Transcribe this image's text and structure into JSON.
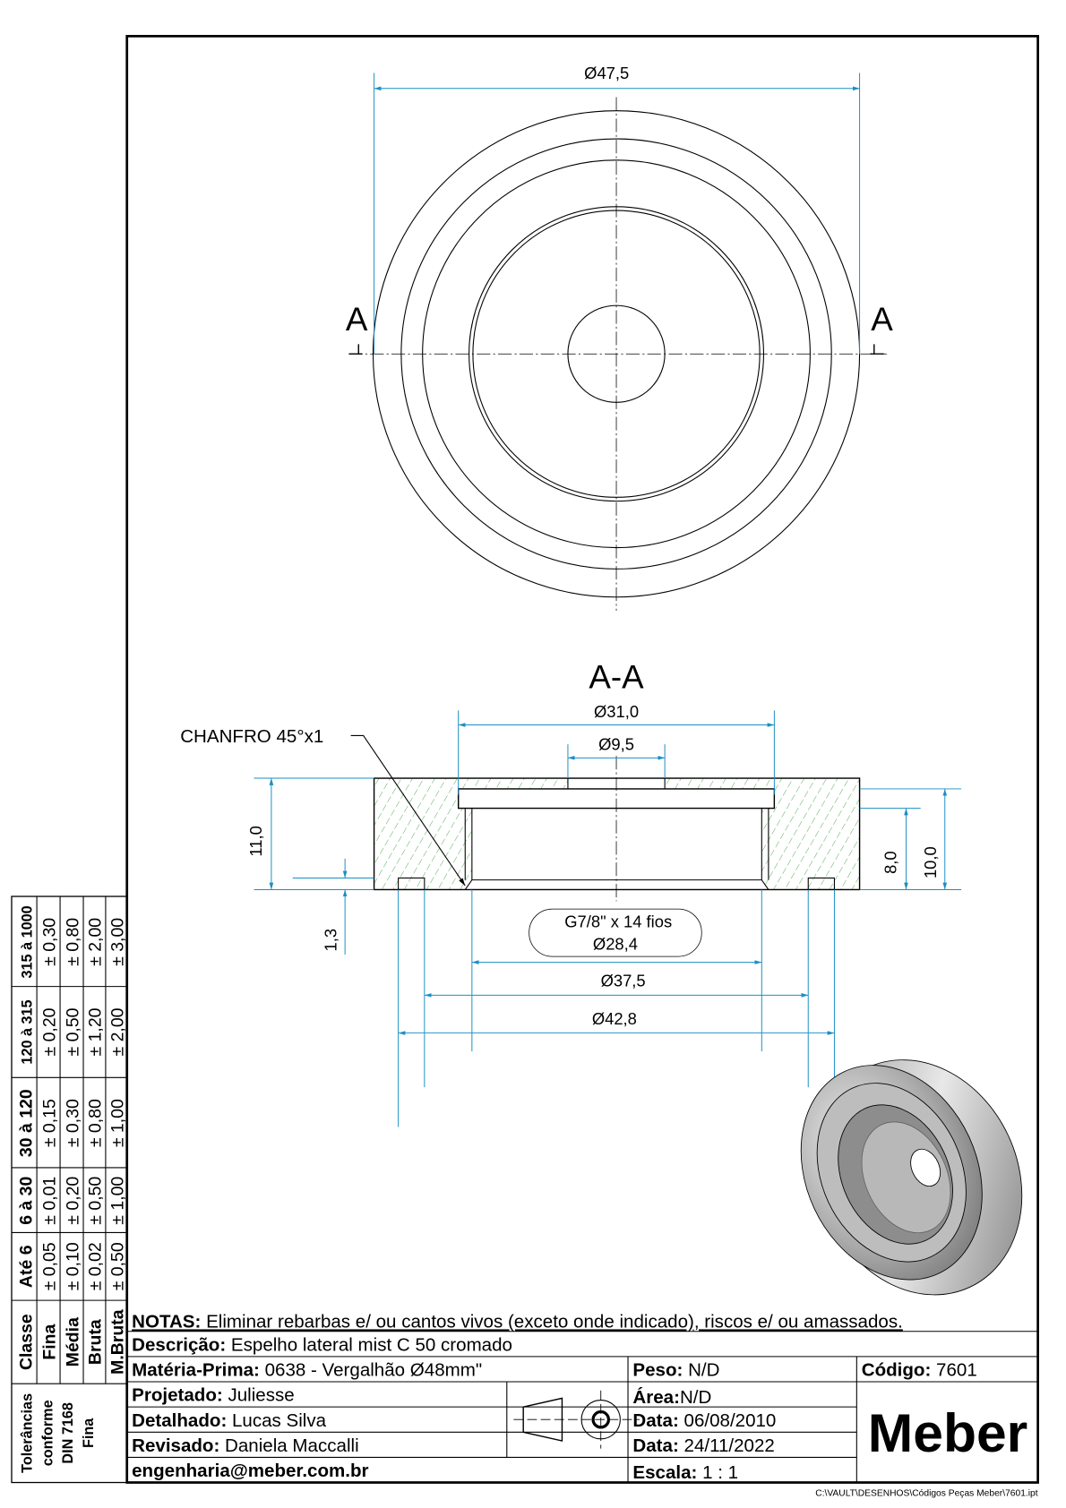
{
  "views": {
    "section_marker": "A",
    "section_title": "A-A",
    "dims": {
      "outer_diameter": "Ø47,5",
      "d31": "Ø31,0",
      "d9": "Ø9,5",
      "h11": "11,0",
      "h8": "8,0",
      "h10": "10,0",
      "h13": "1,3",
      "thread_line1": "G7/8\" x 14 fios",
      "thread_line2": "Ø28,4",
      "d37": "Ø37,5",
      "d42": "Ø42,8"
    },
    "chamfer_note": "CHANFRO 45°x1"
  },
  "tolerance_table": {
    "title_lines": [
      "Tolerâncias",
      "conforme",
      "DIN 7168",
      "Fina"
    ],
    "headers": [
      "Classe",
      "Até 6",
      "6 à 30",
      "30 à 120",
      "120 à 315",
      "315 à 1000"
    ],
    "rows": [
      [
        "Fina",
        "± 0,05",
        "± 0,01",
        "± 0,15",
        "± 0,20",
        "± 0,30"
      ],
      [
        "Média",
        "± 0,10",
        "± 0,20",
        "± 0,30",
        "± 0,50",
        "± 0,80"
      ],
      [
        "Bruta",
        "± 0,02",
        "± 0,50",
        "± 0,80",
        "± 1,20",
        "± 2,00"
      ],
      [
        "M.Bruta",
        "± 0,50",
        "± 1,00",
        "± 1,00",
        "± 2,00",
        "± 3,00"
      ]
    ]
  },
  "title_block": {
    "notes_label": "NOTAS:",
    "notes": " Eliminar rebarbas e/ ou cantos vivos (exceto onde indicado), riscos e/ ou amassados.",
    "desc_label": "Descrição:",
    "desc": " Espelho lateral mist C 50 cromado",
    "material_label": "Matéria-Prima:",
    "material": " 0638 - Vergalhão Ø48mm\"",
    "peso_label": "Peso:",
    "peso": " N/D",
    "codigo_label": "Código:",
    "codigo": " 7601",
    "projetado_label": "Projetado:",
    "projetado": " Juliesse",
    "area_label": "Área:",
    "area": "N/D",
    "detalhado_label": "Detalhado:",
    "detalhado": " Lucas Silva",
    "data1_label": "Data:",
    "data1": " 06/08/2010",
    "revisado_label": "Revisado:",
    "revisado": " Daniela Maccalli",
    "data2_label": "Data:",
    "data2": " 24/11/2022",
    "email": "engenharia@meber.com.br",
    "escala_label": "Escala:",
    "escala": " 1 : 1",
    "logo": "Meber",
    "file_path": "C:\\VAULT\\DESENHOS\\Códigos Peças Meber\\7601.ipt"
  },
  "colors": {
    "dimension": "#1a8fc4",
    "hatch": "#3aa03a"
  }
}
